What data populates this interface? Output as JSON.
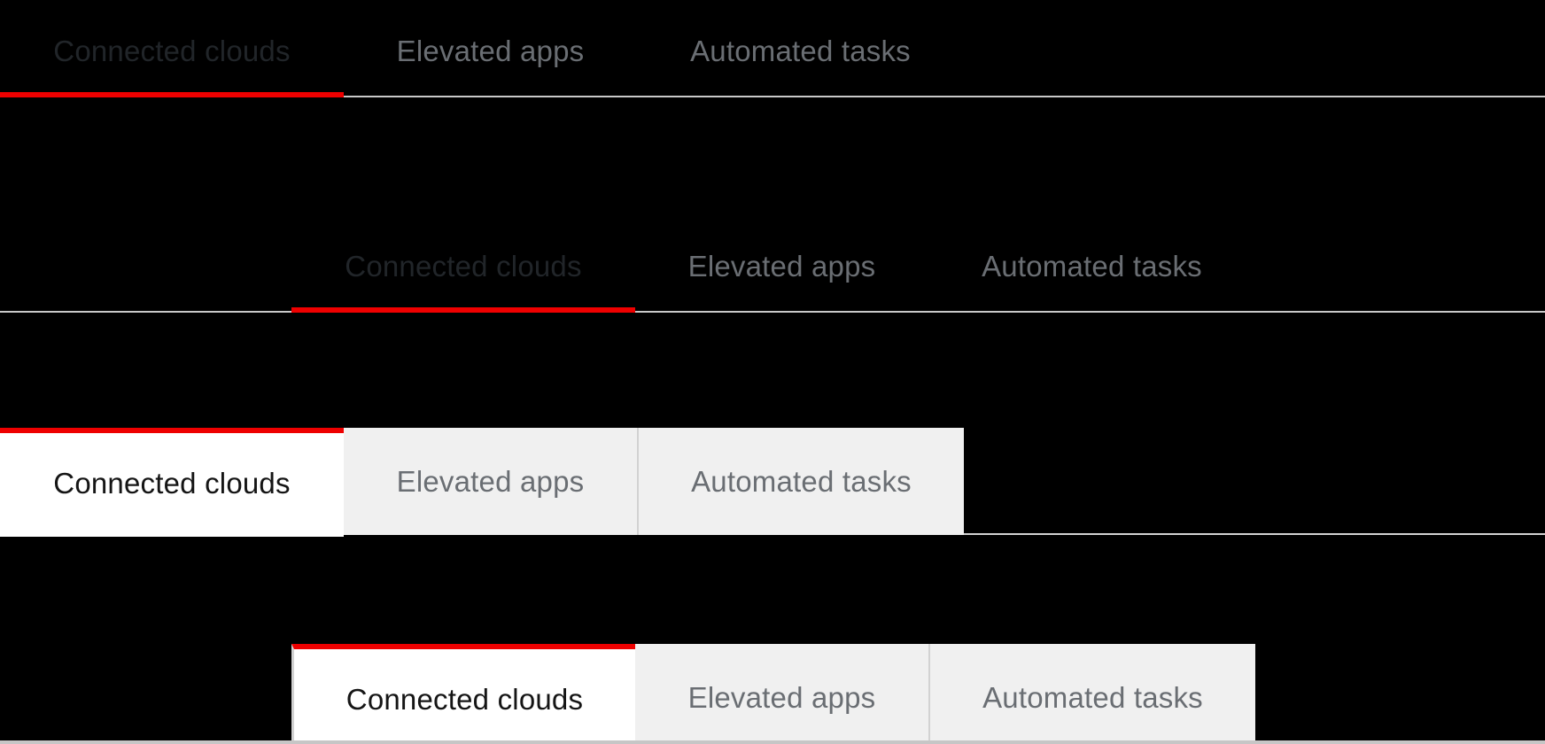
{
  "colors": {
    "accent_red": "#ee0000",
    "label_inactive": "#6a6e73",
    "label_active_on_dark": "#212529",
    "label_active_on_white": "#151515",
    "box_tab_bg": "#f0f0f0",
    "divider": "#d2d2d2",
    "underline_rule": "#c9c9c9",
    "screen_bottom_rule": "#c6c6c6",
    "background": "#000000"
  },
  "groups": [
    {
      "variant": "underline-flush",
      "active_tab": "Connected clouds",
      "tabs": [
        {
          "label": "Connected clouds",
          "active": true
        },
        {
          "label": "Elevated apps",
          "active": false
        },
        {
          "label": "Automated tasks",
          "active": false
        }
      ]
    },
    {
      "variant": "underline-inset",
      "active_tab": "Connected clouds",
      "tabs": [
        {
          "label": "Connected clouds",
          "active": true
        },
        {
          "label": "Elevated apps",
          "active": false
        },
        {
          "label": "Automated tasks",
          "active": false
        }
      ]
    },
    {
      "variant": "box-flush",
      "active_tab": "Connected clouds",
      "tabs": [
        {
          "label": "Connected clouds",
          "active": true
        },
        {
          "label": "Elevated apps",
          "active": false
        },
        {
          "label": "Automated tasks",
          "active": false
        }
      ]
    },
    {
      "variant": "box-inset",
      "active_tab": "Connected clouds",
      "tabs": [
        {
          "label": "Connected clouds",
          "active": true
        },
        {
          "label": "Elevated apps",
          "active": false
        },
        {
          "label": "Automated tasks",
          "active": false
        }
      ]
    }
  ]
}
